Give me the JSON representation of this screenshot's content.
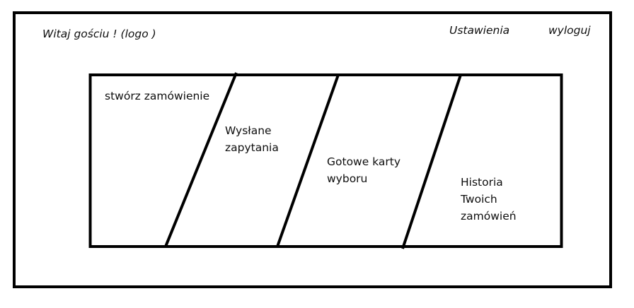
{
  "header": {
    "welcome_text": "Witaj gościu ! (logo )",
    "settings_label": "Ustawienia",
    "logout_label": "wyloguj"
  },
  "panel": {
    "segments": [
      {
        "label": "stwórz zamówienie"
      },
      {
        "label": "Wysłane zapytania"
      },
      {
        "label": "Gotowe karty wyboru"
      },
      {
        "label": "Historia Twoich zamówień"
      }
    ]
  }
}
